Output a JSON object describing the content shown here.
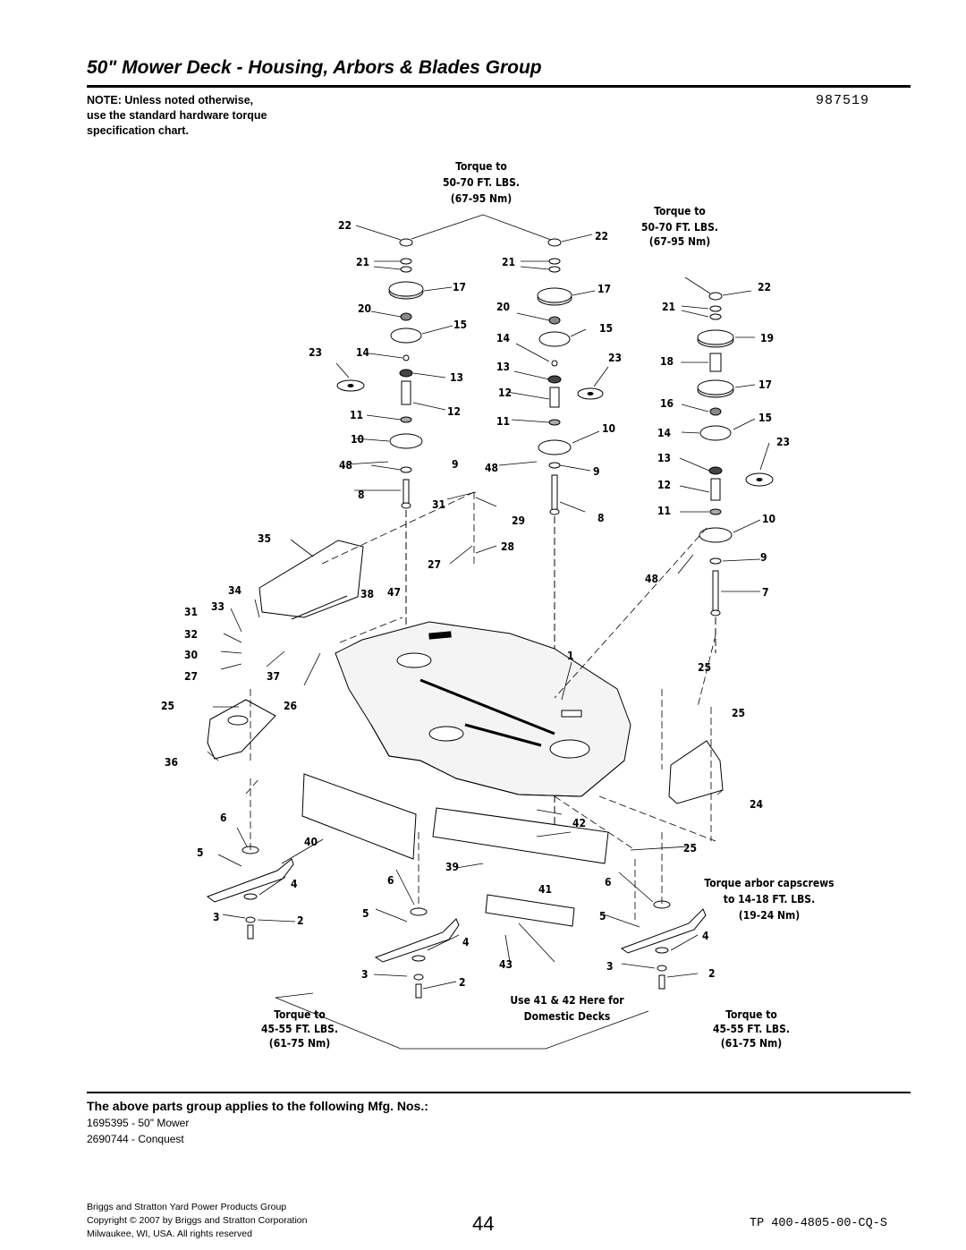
{
  "header": {
    "title": "50\" Mower Deck - Housing, Arbors & Blades Group",
    "note_lines": [
      "NOTE: Unless noted otherwise,",
      "use the standard hardware torque",
      "specification chart."
    ],
    "diagram_id": "987519"
  },
  "diagram": {
    "torque_spindle_top": [
      "Torque to",
      "50-70 FT. LBS.",
      "(67-95 Nm)"
    ],
    "torque_spindle_right": [
      "Torque to",
      "50-70 FT. LBS.",
      "(67-95 Nm)"
    ],
    "torque_blade_left": [
      "Torque to",
      "45-55 FT. LBS.",
      "(61-75 Nm)"
    ],
    "torque_blade_right": [
      "Torque to",
      "45-55 FT. LBS.",
      "(61-75 Nm)"
    ],
    "torque_arbor_capscrews": [
      "Torque arbor capscrews",
      "to 14-18 FT. LBS.",
      "(19-24 Nm)"
    ],
    "domestic_note": [
      "Use 41 & 42 Here for",
      "Domestic Decks"
    ],
    "callouts": {
      "c22": "22",
      "c21": "21",
      "c20": "20",
      "c19": "19",
      "c18": "18",
      "c17": "17",
      "c16": "16",
      "c15": "15",
      "c14": "14",
      "c13": "13",
      "c12": "12",
      "c11": "11",
      "c10": "10",
      "c9": "9",
      "c8": "8",
      "c7": "7",
      "c6": "6",
      "c5": "5",
      "c4": "4",
      "c3": "3",
      "c2": "2",
      "c1": "1",
      "c23": "23",
      "c24": "24",
      "c25": "25",
      "c26": "26",
      "c27": "27",
      "c28": "28",
      "c29": "29",
      "c30": "30",
      "c31": "31",
      "c32": "32",
      "c33": "33",
      "c34": "34",
      "c35": "35",
      "c36": "36",
      "c37": "37",
      "c38": "38",
      "c39": "39",
      "c40": "40",
      "c41": "41",
      "c42": "42",
      "c43": "43",
      "c47": "47",
      "c48": "48"
    }
  },
  "applies": {
    "heading": "The above parts group applies to the following Mfg. Nos.:",
    "items": [
      "1695395 - 50\" Mower",
      "2690744 - Conquest"
    ]
  },
  "footer": {
    "company_lines": [
      "Briggs and Stratton Yard Power Products Group",
      "Copyright ©  2007 by Briggs and Stratton Corporation",
      "Milwaukee, WI, USA. All rights reserved"
    ],
    "page_number": "44",
    "doc_number": "TP 400-4805-00-CQ-S"
  }
}
